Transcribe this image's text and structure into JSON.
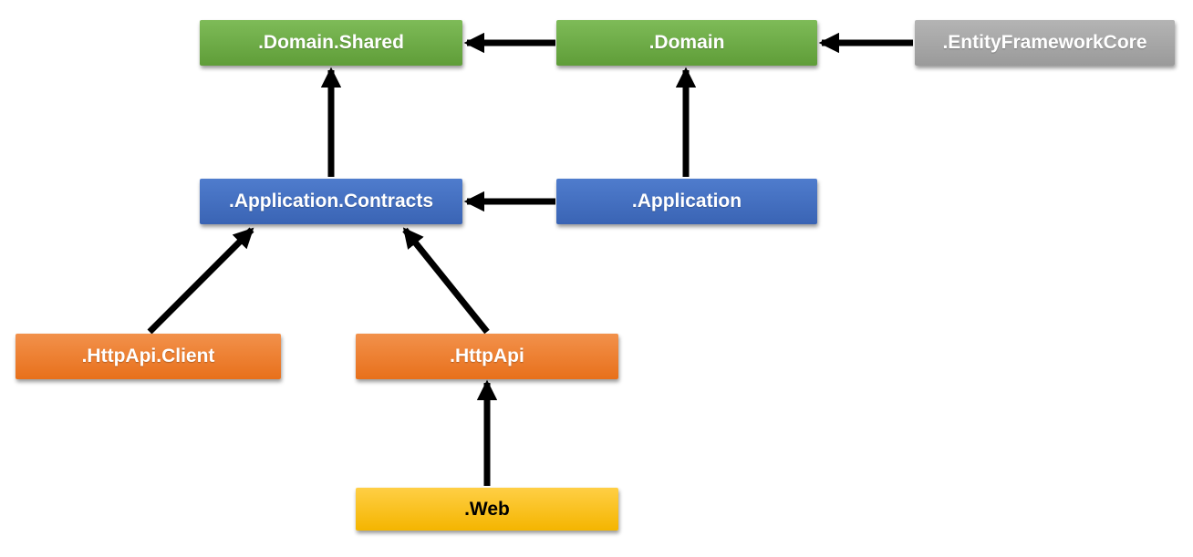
{
  "diagram": {
    "type": "dependency-diagram",
    "arrow_color": "#000000",
    "nodes": [
      {
        "id": "domain-shared",
        "label": ".Domain.Shared",
        "color": "#70AD47",
        "text_color": "#FFFFFF"
      },
      {
        "id": "domain",
        "label": ".Domain",
        "color": "#70AD47",
        "text_color": "#FFFFFF"
      },
      {
        "id": "entity-framework-core",
        "label": ".EntityFrameworkCore",
        "color": "#A5A5A5",
        "text_color": "#FFFFFF"
      },
      {
        "id": "application-contracts",
        "label": ".Application.Contracts",
        "color": "#4472C4",
        "text_color": "#FFFFFF"
      },
      {
        "id": "application",
        "label": ".Application",
        "color": "#4472C4",
        "text_color": "#FFFFFF"
      },
      {
        "id": "httpapi-client",
        "label": ".HttpApi.Client",
        "color": "#ED7D31",
        "text_color": "#FFFFFF"
      },
      {
        "id": "httpapi",
        "label": ".HttpApi",
        "color": "#ED7D31",
        "text_color": "#FFFFFF"
      },
      {
        "id": "web",
        "label": ".Web",
        "color": "#FFC000",
        "text_color": "#000000"
      }
    ],
    "edges": [
      {
        "from": "domain",
        "to": "domain-shared"
      },
      {
        "from": "entity-framework-core",
        "to": "domain"
      },
      {
        "from": "application-contracts",
        "to": "domain-shared"
      },
      {
        "from": "application",
        "to": "domain"
      },
      {
        "from": "application",
        "to": "application-contracts"
      },
      {
        "from": "httpapi-client",
        "to": "application-contracts"
      },
      {
        "from": "httpapi",
        "to": "application-contracts"
      },
      {
        "from": "web",
        "to": "httpapi"
      }
    ]
  }
}
